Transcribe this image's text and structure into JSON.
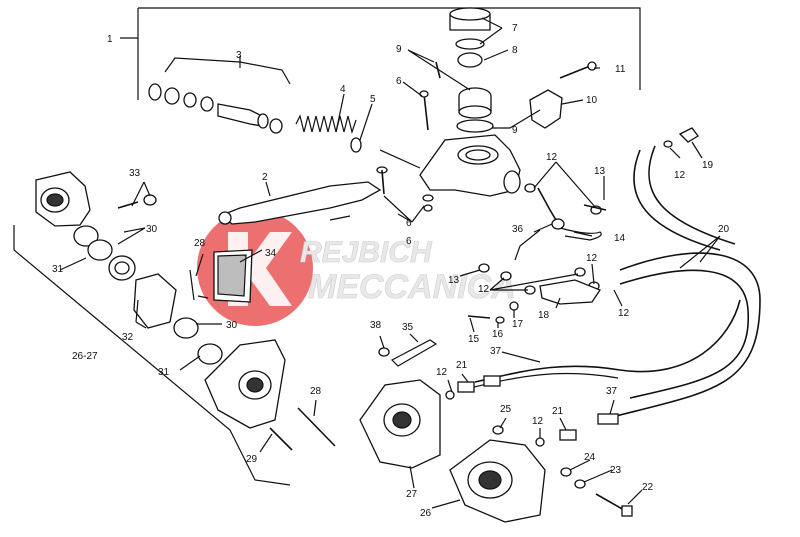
{
  "diagram": {
    "callouts": [
      "1",
      "2",
      "3",
      "4",
      "5",
      "6",
      "6",
      "6",
      "7",
      "8",
      "9",
      "9",
      "10",
      "11",
      "12",
      "12",
      "12",
      "12",
      "12",
      "12",
      "12",
      "13",
      "13",
      "14",
      "15",
      "16",
      "17",
      "18",
      "19",
      "20",
      "21",
      "21",
      "22",
      "23",
      "24",
      "25",
      "26",
      "27",
      "26-27",
      "28",
      "28",
      "29",
      "30",
      "30",
      "31",
      "31",
      "32",
      "33",
      "34",
      "35",
      "36",
      "37",
      "37",
      "38"
    ]
  },
  "watermark": {
    "line1": "REJBICH",
    "line2": "MECCANICA",
    "color_logo": "#e63a3a",
    "color_text": "#e8e8e8"
  },
  "colors": {
    "line": "#111111",
    "background": "#ffffff"
  }
}
